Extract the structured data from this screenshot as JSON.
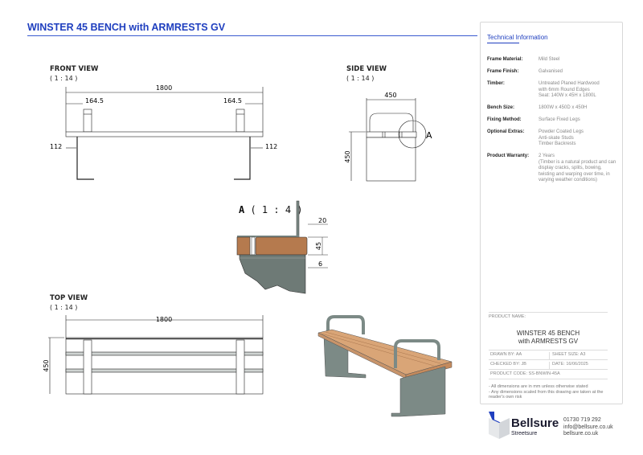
{
  "title": "WINSTER 45 BENCH with ARMRESTS GV",
  "views": {
    "front": {
      "label": "FRONT VIEW",
      "scale": "( 1 : 14 )",
      "dims": {
        "length": "1800",
        "arm_left": "164.5",
        "arm_right": "164.5",
        "leg_left": "112",
        "leg_right": "112"
      }
    },
    "side": {
      "label": "SIDE VIEW",
      "scale": "( 1 : 14 )",
      "dims": {
        "depth": "450",
        "height": "450"
      },
      "detail_marker": "A"
    },
    "detail": {
      "label": "A",
      "scale": "( 1 : 4 )",
      "dims": {
        "top": "20",
        "timber": "45",
        "plate": "6"
      }
    },
    "top": {
      "label": "TOP VIEW",
      "scale": "( 1 : 14 )",
      "dims": {
        "length": "1800",
        "depth": "450"
      }
    }
  },
  "technical": {
    "heading": "Technical Information",
    "specs": [
      {
        "key": "Frame Material:",
        "value": "Mild Steel"
      },
      {
        "key": "Frame Finish:",
        "value": "Galvanised"
      },
      {
        "key": "Timber:",
        "value": "Untreated Planed Hardwood\nwith 6mm Round Edges\nSeat: 140W x 45H x 1800L"
      },
      {
        "key": "Bench Size:",
        "value": "1800W x 450D x 450H"
      },
      {
        "key": "Fixing Method:",
        "value": "Surface Fixed Legs"
      },
      {
        "key": "Optional Extras:",
        "value": "Powder Coated Legs\nAnti-skate Studs\nTimber Backrests"
      },
      {
        "key": "Product Warranty:",
        "value": "2 Years\n(Timber is a natural product and can display cracks, splits, bowing, twisting and warping over time, in varying weather conditions)"
      }
    ]
  },
  "titleblock": {
    "product_name_label": "PRODUCT NAME:",
    "product_name_1": "WINSTER 45 BENCH",
    "product_name_2": "with ARMRESTS GV",
    "drawn_by": "DRAWN BY:   AA",
    "sheet_size": "SHEET SIZE:   A3",
    "checked_by": "CHECKED BY:   JB",
    "date": "DATE:   16/06/2025",
    "product_code": "PRODUCT CODE:   SS-BNWIN-45A",
    "notes": [
      "- All dimensions are in mm unless otherwise stated",
      "- Any dimensions scaled from this drawing are taken at the reader's own risk"
    ]
  },
  "brand": {
    "name": "Bellsure",
    "sub": "Streetsure",
    "phone": "01730 719 292",
    "email": "info@bellsure.co.uk",
    "web": "bellsure.co.uk"
  },
  "colors": {
    "title": "#1f3fbf",
    "steel": "#7c8a86",
    "timber": "#d9a577",
    "logo_blue": "#1f3fbf"
  }
}
